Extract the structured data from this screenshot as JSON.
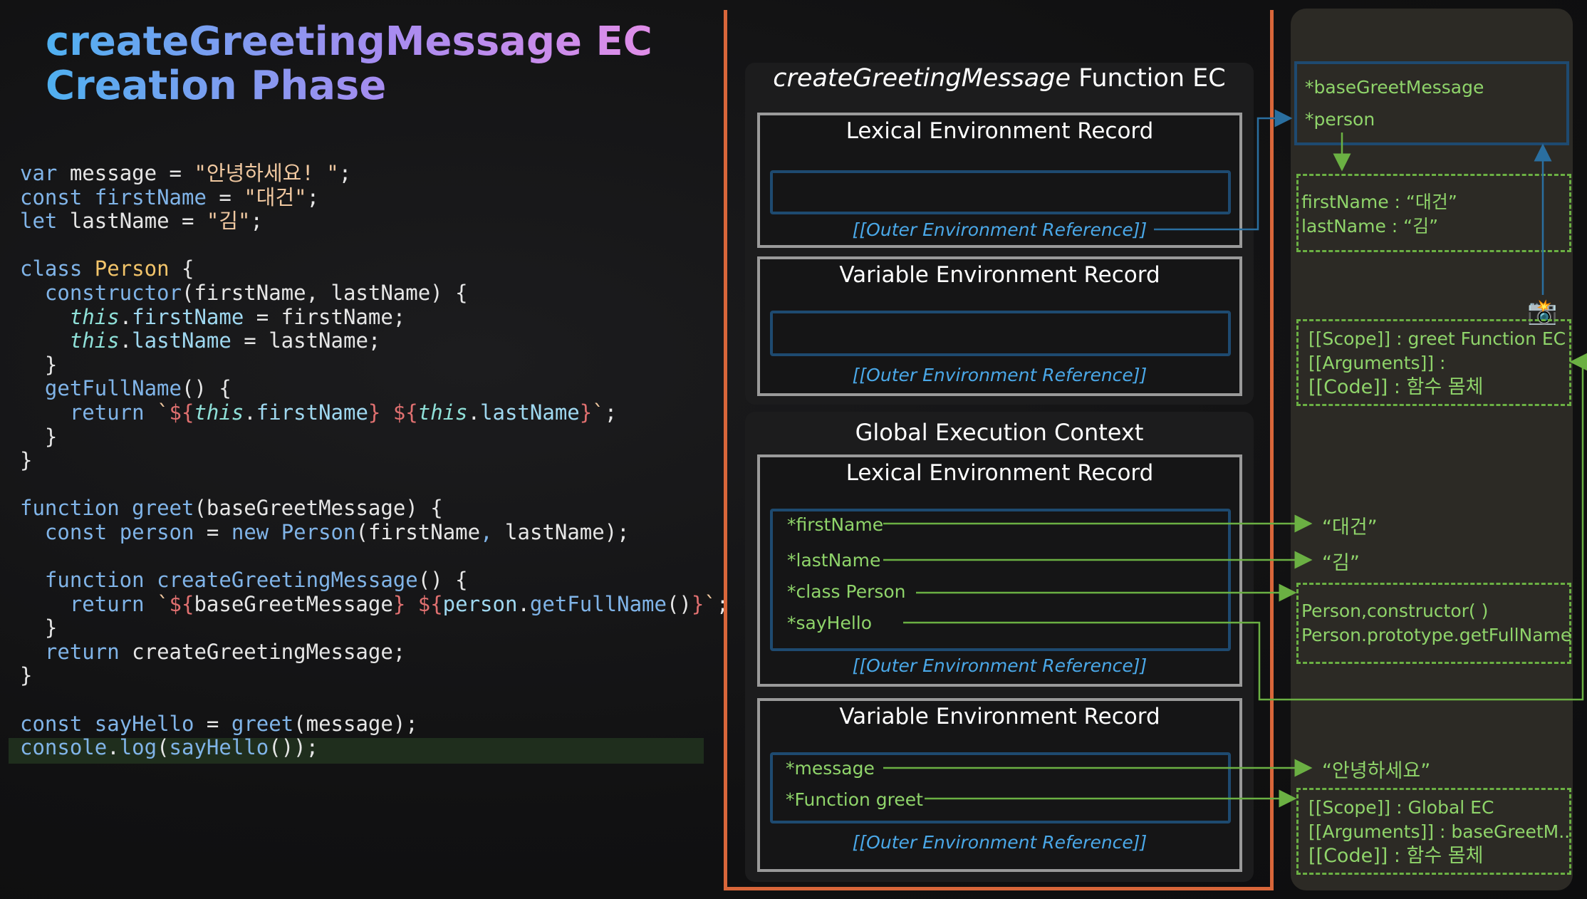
{
  "title": {
    "line1": "createGreetingMessage EC",
    "line2": "Creation Phase"
  },
  "code": {
    "lines": [
      [
        {
          "t": "var",
          "c": "kw"
        },
        {
          "t": " message = "
        },
        {
          "t": "\"안녕하세요! \"",
          "c": "str"
        },
        {
          "t": ";"
        }
      ],
      [
        {
          "t": "const",
          "c": "kw"
        },
        {
          "t": " "
        },
        {
          "t": "firstName",
          "c": "fn"
        },
        {
          "t": " = "
        },
        {
          "t": "\"대건\"",
          "c": "str"
        },
        {
          "t": ";"
        }
      ],
      [
        {
          "t": "let",
          "c": "kw"
        },
        {
          "t": " lastName = "
        },
        {
          "t": "\"김\"",
          "c": "str"
        },
        {
          "t": ";"
        }
      ],
      [],
      [
        {
          "t": "class",
          "c": "kw"
        },
        {
          "t": " "
        },
        {
          "t": "Person",
          "c": "cls"
        },
        {
          "t": " {"
        }
      ],
      [
        {
          "t": "  "
        },
        {
          "t": "constructor",
          "c": "fn"
        },
        {
          "t": "(firstName, lastName) {"
        }
      ],
      [
        {
          "t": "    "
        },
        {
          "t": "this",
          "c": "th"
        },
        {
          "t": "."
        },
        {
          "t": "firstName",
          "c": "prop"
        },
        {
          "t": " = firstName;"
        }
      ],
      [
        {
          "t": "    "
        },
        {
          "t": "this",
          "c": "th"
        },
        {
          "t": "."
        },
        {
          "t": "lastName",
          "c": "prop"
        },
        {
          "t": " = lastName;"
        }
      ],
      [
        {
          "t": "  }"
        }
      ],
      [
        {
          "t": "  "
        },
        {
          "t": "getFullName",
          "c": "fn"
        },
        {
          "t": "() {"
        }
      ],
      [
        {
          "t": "    "
        },
        {
          "t": "return",
          "c": "kw"
        },
        {
          "t": " `",
          "c": "str"
        },
        {
          "t": "${",
          "c": "tpl"
        },
        {
          "t": "this",
          "c": "th"
        },
        {
          "t": "."
        },
        {
          "t": "firstName",
          "c": "prop"
        },
        {
          "t": "}",
          "c": "tpl"
        },
        {
          "t": " "
        },
        {
          "t": "${",
          "c": "tpl"
        },
        {
          "t": "this",
          "c": "th"
        },
        {
          "t": "."
        },
        {
          "t": "lastName",
          "c": "prop"
        },
        {
          "t": "}",
          "c": "tpl"
        },
        {
          "t": "`",
          "c": "str"
        },
        {
          "t": ";"
        }
      ],
      [
        {
          "t": "  }"
        }
      ],
      [
        {
          "t": "}"
        }
      ],
      [],
      [
        {
          "t": "function",
          "c": "kw"
        },
        {
          "t": " "
        },
        {
          "t": "greet",
          "c": "fn"
        },
        {
          "t": "(baseGreetMessage) {"
        }
      ],
      [
        {
          "t": "  "
        },
        {
          "t": "const",
          "c": "kw"
        },
        {
          "t": " "
        },
        {
          "t": "person",
          "c": "fn"
        },
        {
          "t": " = "
        },
        {
          "t": "new",
          "c": "kw"
        },
        {
          "t": " "
        },
        {
          "t": "Person",
          "c": "fn"
        },
        {
          "t": "(firstName"
        },
        {
          "t": ",",
          "c": "kw"
        },
        {
          "t": " lastName);"
        }
      ],
      [],
      [
        {
          "t": "  "
        },
        {
          "t": "function",
          "c": "kw"
        },
        {
          "t": " "
        },
        {
          "t": "createGreetingMessage",
          "c": "fn"
        },
        {
          "t": "() {"
        }
      ],
      [
        {
          "t": "    "
        },
        {
          "t": "return",
          "c": "kw"
        },
        {
          "t": " `",
          "c": "str"
        },
        {
          "t": "${",
          "c": "tpl"
        },
        {
          "t": "baseGreetMessage"
        },
        {
          "t": "}",
          "c": "tpl"
        },
        {
          "t": " "
        },
        {
          "t": "${",
          "c": "tpl"
        },
        {
          "t": "person",
          "c": "prop"
        },
        {
          "t": "."
        },
        {
          "t": "getFullName",
          "c": "fn"
        },
        {
          "t": "()"
        },
        {
          "t": "}",
          "c": "tpl"
        },
        {
          "t": "`",
          "c": "str"
        },
        {
          "t": ";"
        }
      ],
      [
        {
          "t": "  }"
        }
      ],
      [
        {
          "t": "  "
        },
        {
          "t": "return",
          "c": "kw"
        },
        {
          "t": " createGreetingMessage;"
        }
      ],
      [
        {
          "t": "}"
        }
      ],
      [],
      [
        {
          "t": "const",
          "c": "kw"
        },
        {
          "t": " "
        },
        {
          "t": "sayHello",
          "c": "fn"
        },
        {
          "t": " = "
        },
        {
          "t": "greet",
          "c": "fn"
        },
        {
          "t": "(message);"
        }
      ],
      [
        {
          "t": "console",
          "c": "fn"
        },
        {
          "t": "."
        },
        {
          "t": "log",
          "c": "fn"
        },
        {
          "t": "("
        },
        {
          "t": "sayHello",
          "c": "fn"
        },
        {
          "t": "());"
        }
      ]
    ]
  },
  "function_ec": {
    "title_italic": "createGreetingMessage",
    "title_rest": " Function EC",
    "lexical_title": "Lexical Environment Record",
    "variable_title": "Variable Environment Record",
    "outer_ref": "[[Outer Environment Reference]]"
  },
  "global_ec": {
    "title": "Global Execution Context",
    "lexical_title": "Lexical Environment Record",
    "variable_title": "Variable Environment Record",
    "outer_ref": "[[Outer Environment Reference]]",
    "lexical_vars": [
      "*firstName",
      "*lastName",
      "*class Person",
      "*sayHello"
    ],
    "variable_vars": [
      "*message",
      "*Function greet"
    ]
  },
  "heap": {
    "greet_env": [
      "*baseGreetMessage",
      "*person"
    ],
    "person_obj": [
      "firstName : “대건”",
      "lastName : “김”"
    ],
    "greet_fn_obj": [
      "[[Scope]]  : greet Function EC",
      "[[Arguments]] :",
      "[[Code]] : 함수 몸체"
    ],
    "class_obj": [
      "Person,constructor( )",
      "Person.prototype.getFullName"
    ],
    "global_fn_obj": [
      "[[Scope]]  : Global EC",
      "[[Arguments]] : baseGreetM..",
      "[[Code]] : 함수 몸체"
    ],
    "values": {
      "firstName": "“대건”",
      "lastName": "“김”",
      "message": "“안녕하세요”"
    },
    "camera_icon": "📸"
  },
  "colors": {
    "frame": "#d8663a",
    "arrow_green": "#6bb043",
    "arrow_blue": "#2a6fa0",
    "record_blue": "#1e4a70"
  }
}
